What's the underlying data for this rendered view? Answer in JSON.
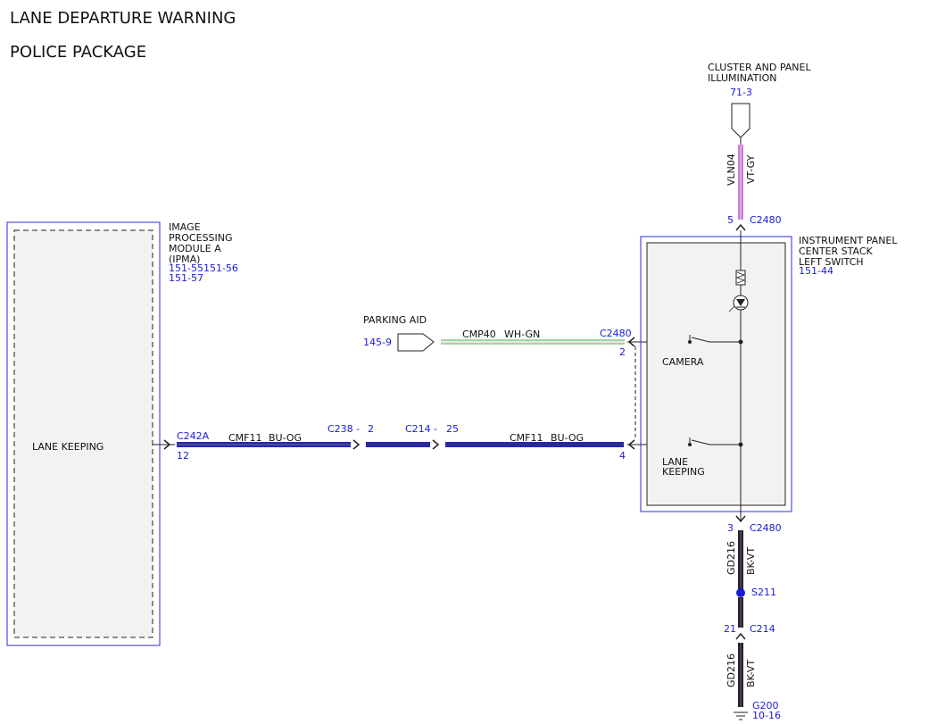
{
  "header": {
    "title": "LANE DEPARTURE WARNING",
    "subtitle": "POLICE PACKAGE"
  },
  "ipma": {
    "name": [
      "IMAGE",
      "PROCESSING",
      "MODULE A",
      "(IPMA)"
    ],
    "refs": [
      "151-55151-56",
      "151-57"
    ],
    "inner_label": "LANE KEEPING",
    "connector": "C242A",
    "pin": "12"
  },
  "switch_module": {
    "name": [
      "INSTRUMENT PANEL",
      "CENTER STACK",
      "LEFT SWITCH"
    ],
    "ref": "151-44",
    "camera_label": "CAMERA",
    "lane_keeping_label": [
      "LANE",
      "KEEPING"
    ]
  },
  "cluster": {
    "name": [
      "CLUSTER AND PANEL",
      "ILLUMINATION"
    ],
    "ref": "71-3",
    "circuit": "VLN04",
    "color": "VT-GY",
    "pin": "5",
    "connector": "C2480"
  },
  "parking_aid": {
    "name": "PARKING AID",
    "ref": "145-9",
    "circuit": "CMP40",
    "color": "WH-GN",
    "connector": "C2480",
    "pin": "2"
  },
  "lane_circuit": {
    "circuit": "CMF11",
    "color": "BU-OG",
    "inline1_connector": "C238",
    "inline1_dash": "-",
    "inline1_pin": "2",
    "inline2_connector": "C214",
    "inline2_dash": "-",
    "inline2_pin": "25",
    "end_pin": "4"
  },
  "ground": {
    "pin_top": "3",
    "connector_top": "C2480",
    "circuit": "GD216",
    "color": "BK-VT",
    "splice": "S211",
    "pin_mid": "21",
    "connector_mid": "C214",
    "ground_name": "G200",
    "ground_ref": "10-16"
  },
  "colors": {
    "link_blue": "#1a1adc",
    "wire_blue_og": "#2a2aa0",
    "wire_violet_gray": "#c97fd0",
    "wire_white_green": "#4caa4c",
    "wire_black_violet": "#222222",
    "splice_dot": "#1a1adc",
    "module_fill": "#f2f2f2",
    "module_border": "#2b2bd6"
  }
}
